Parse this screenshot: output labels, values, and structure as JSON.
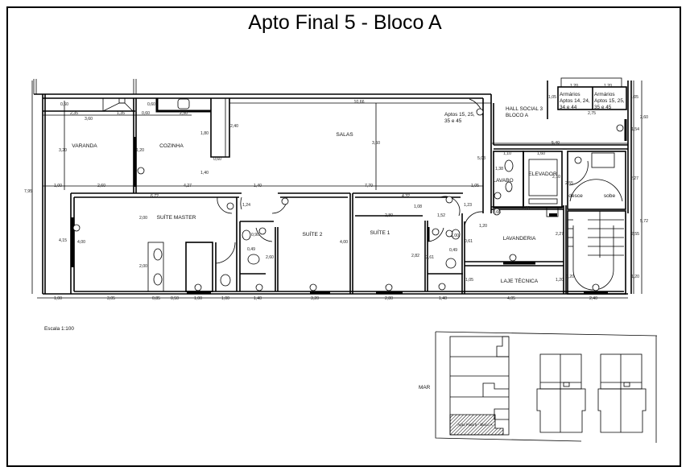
{
  "title": "Apto Final 5 - Bloco A",
  "scale_label": "Escala 1:100",
  "rooms": {
    "varanda": "VARANDA",
    "cozinha": "COZINHA",
    "salas": "SALAS",
    "suite_master": "SUÍTE MASTER",
    "suite_2": "SUÍTE 2",
    "suite_1": "SUÍTE 1",
    "lavanderia": "LAVANDERIA",
    "laje_tecnica": "LAJE TÉCNICA",
    "elevador": "ELEVADOR",
    "lavabo": "LAVABO",
    "hall_line1": "HALL SOCIAL 3",
    "hall_line2": "BLOCO A",
    "aptos_door_line1": "Aptos 15, 25,",
    "aptos_door_line2": "35 e 45",
    "armarios1_title": "Armários",
    "armarios1_line1": "Aptos 14, 24,",
    "armarios1_line2": "34 e 44",
    "armarios2_title": "Armários",
    "armarios2_line1": "Aptos 15, 25,",
    "armarios2_line2": "35 e 45",
    "stairs_down": "desce",
    "stairs_up": "sobe"
  },
  "dimensions": {
    "top": [
      "0,60",
      "2,35",
      "1,35",
      "3,60",
      "0,60",
      "0,60",
      "2,30",
      "10,66",
      "2,40",
      "1,80",
      "0,60",
      "3,20",
      "1,20",
      "1,40",
      "1,00",
      "2,60",
      "4,27",
      "1,40",
      "7,70",
      "3,60",
      "6,72",
      "1,24",
      "4,32",
      "1,08",
      "1,23",
      "2,80",
      "1,52"
    ],
    "hall": [
      "5,40",
      "1,10",
      "1,60",
      "5,03",
      "1,38",
      "2,10",
      "1,05",
      "2,55",
      "2,27",
      "1,05",
      "1,20",
      "1,20",
      "1,05",
      "2,75",
      "2,60",
      "1,54",
      "5,72",
      "2,55",
      "1,20",
      "1,20",
      "2,27",
      "1,20",
      "0,66",
      "2,85",
      "1,20",
      "1,05",
      "0,61",
      "0,49",
      "2,82",
      "2,61",
      "1,00"
    ],
    "left": [
      "7,95",
      "4,15",
      "4,00",
      "2,00",
      "2,00",
      "0,49",
      "2,60",
      "0,90",
      "4,00"
    ],
    "bottom": [
      "1,00",
      "3,05",
      "0,85",
      "0,50",
      "1,00",
      "1,00",
      "1,40",
      "3,20",
      "2,80",
      "1,40",
      "4,05",
      "2,40"
    ]
  },
  "key_plan": {
    "sea_label": "MAR",
    "highlight_label": "Apto Final 5 - Bloco A"
  }
}
